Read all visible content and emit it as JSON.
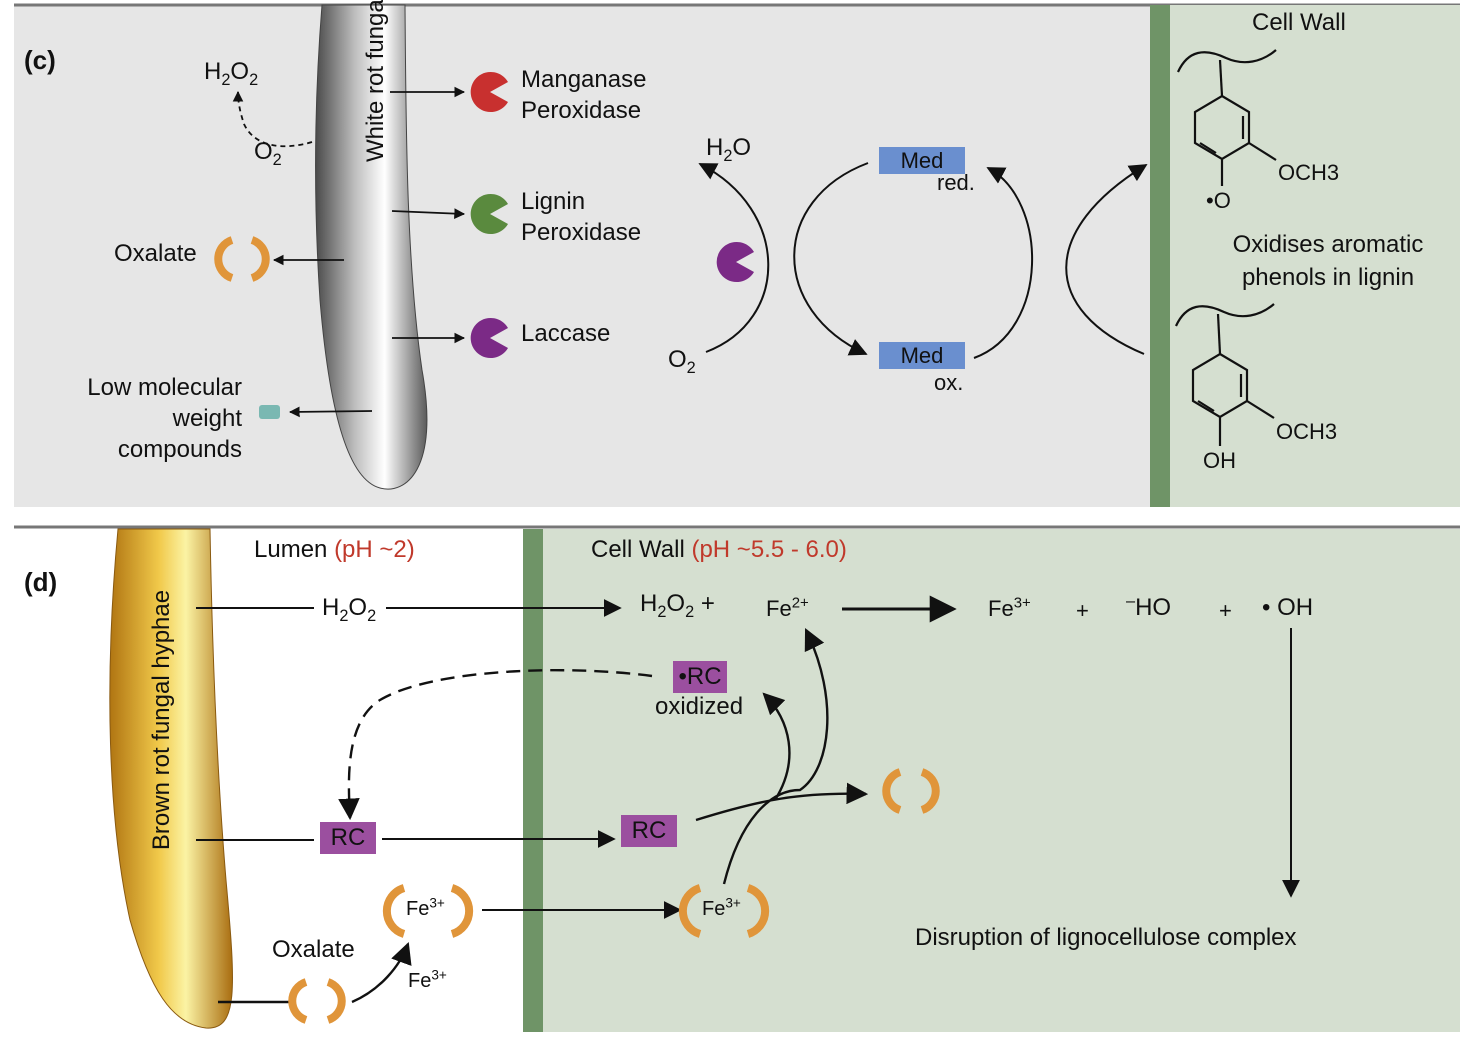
{
  "panel_c": {
    "label": "(c)",
    "hypha_label": "White rot fungal hyphae",
    "h2o2": {
      "main": "H",
      "s1": "2",
      "mid": "O",
      "s2": "2"
    },
    "o2": {
      "main": "O",
      "s1": "2"
    },
    "oxalate": "Oxalate",
    "lmw": [
      "Low molecular",
      "weight",
      "compounds"
    ],
    "enzymes": {
      "manganase": [
        "Manganase",
        "Peroxidase"
      ],
      "lignin": [
        "Lignin",
        "Peroxidase"
      ],
      "laccase": "Laccase"
    },
    "cycle": {
      "h2o": {
        "main": "H",
        "s1": "2",
        "tail": "O"
      },
      "o2": {
        "main": "O",
        "s1": "2"
      },
      "med": "Med",
      "red": "red.",
      "ox": "ox."
    },
    "cell_wall": {
      "title": "Cell Wall",
      "och3_top": "OCH3",
      "o_radical": "•O",
      "och3_bottom": "OCH3",
      "oh": "OH",
      "caption": [
        "Oxidises aromatic",
        "phenols in lignin"
      ]
    }
  },
  "panel_d": {
    "label": "(d)",
    "hypha_label": "Brown rot fungal hyphae",
    "lumen": "Lumen",
    "lumen_ph": "(pH ~2)",
    "cell_wall": "Cell Wall",
    "cell_wall_ph": "(pH ~5.5 - 6.0)",
    "h2o2": {
      "main": "H",
      "s1": "2",
      "mid": "O",
      "s2": "2"
    },
    "h2o2_plus": {
      "main": "H",
      "s1": "2",
      "mid": "O",
      "s2": "2",
      "tail": " +"
    },
    "fe2": {
      "main": "Fe",
      "sup": "2+"
    },
    "fe3": {
      "main": "Fe",
      "sup": "3+"
    },
    "plus": "+",
    "ho": "HO",
    "ho_sign": "–",
    "oh_radical": "• OH",
    "rc": "RC",
    "rc_radical": "•RC",
    "oxidized": "oxidized",
    "oxalate": "Oxalate",
    "disruption": "Disruption of lignocellulose complex"
  },
  "colors": {
    "panel_bg": "#e6e6e6",
    "cell_wall_bg": "#d5dfd0",
    "cell_wall_bar": "#6f9467",
    "manganase": "#c8302f",
    "lignin": "#5a8a3e",
    "laccase": "#7b2a86",
    "oxalate": "#e0953a",
    "lmw": "#7ab8b2",
    "med_box": "#6a8fcf",
    "rc_box": "#9b4f9f",
    "red_text": "#c0392b"
  }
}
